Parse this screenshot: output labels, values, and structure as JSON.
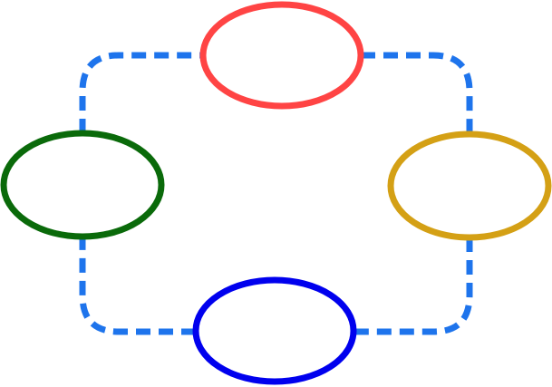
{
  "diagram": {
    "type": "cycle",
    "nodes": [
      {
        "id": "top",
        "label": "",
        "color": "#ff4444"
      },
      {
        "id": "right",
        "label": "",
        "color": "#d4a015"
      },
      {
        "id": "bottom",
        "label": "",
        "color": "#0000ee"
      },
      {
        "id": "left",
        "label": "",
        "color": "#0a6a0a"
      }
    ],
    "connectors": [
      {
        "from": "top",
        "to": "right",
        "style": "dashed",
        "color": "#1e74ec"
      },
      {
        "from": "right",
        "to": "bottom",
        "style": "dashed",
        "color": "#1e74ec"
      },
      {
        "from": "bottom",
        "to": "left",
        "style": "dashed",
        "color": "#1e74ec"
      },
      {
        "from": "left",
        "to": "top",
        "style": "dashed",
        "color": "#1e74ec"
      }
    ]
  }
}
